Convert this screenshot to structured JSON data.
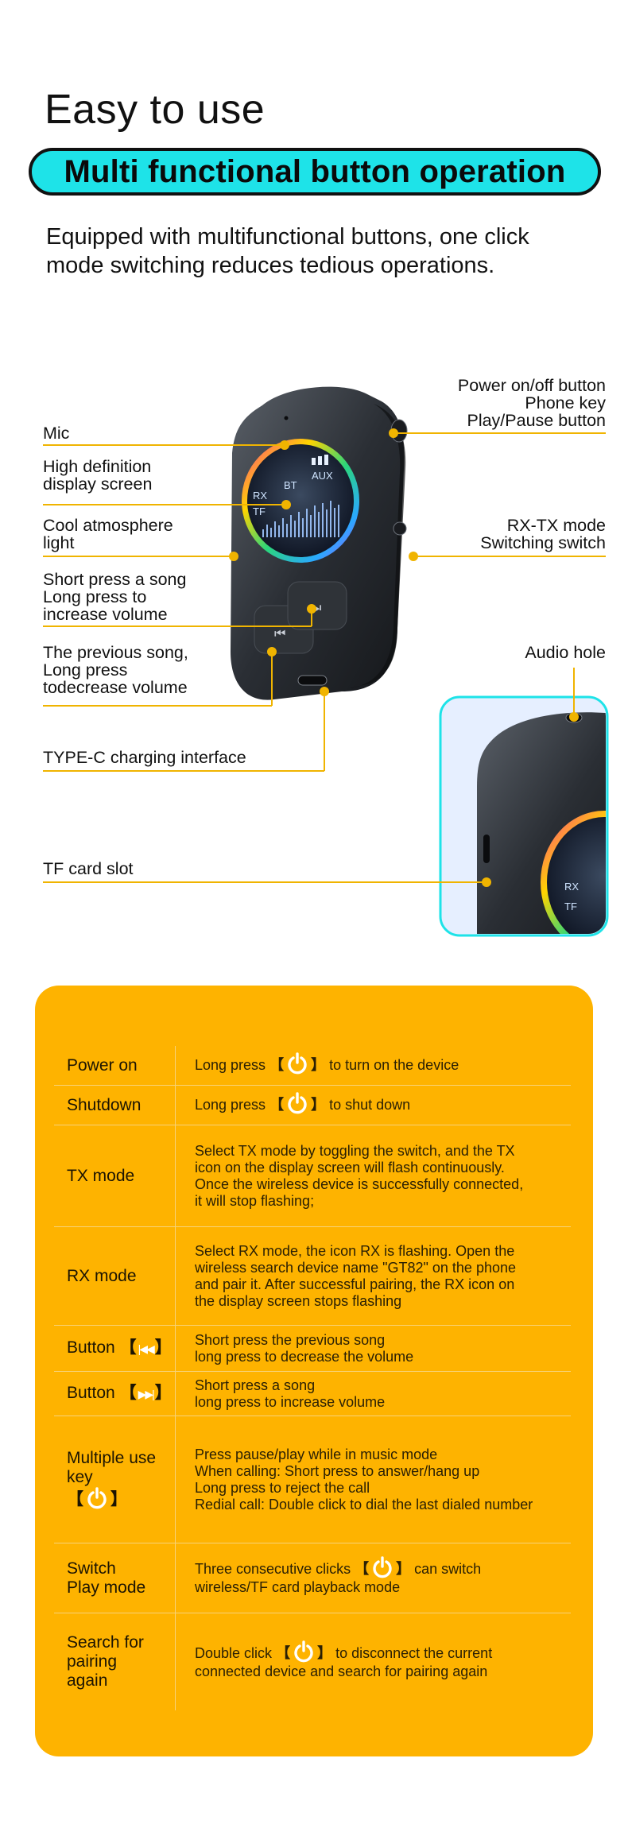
{
  "header": {
    "title": "Easy to use",
    "banner": "Multi functional button operation",
    "intro": "Equipped with multifunctional buttons, one click mode switching reduces tedious operations."
  },
  "callouts": {
    "power": [
      "Power on/off button",
      "Phone key",
      "Play/Pause button"
    ],
    "mic": "Mic",
    "display": [
      "High definition",
      "display screen"
    ],
    "atmosphere": [
      "Cool atmosphere",
      "light"
    ],
    "next_song": [
      "Short press a song",
      "Long press to",
      "increase volume"
    ],
    "prev_song": [
      "The previous song,",
      "Long press",
      "todecrease volume"
    ],
    "typec": "TYPE-C charging interface",
    "rx_tx": [
      "RX-TX mode",
      "Switching switch"
    ],
    "audio_hole": "Audio hole",
    "tf_slot": "TF card slot"
  },
  "screen_labels": {
    "rx": "RX",
    "tf": "TF",
    "bt": "BT",
    "aux": "AUX"
  },
  "table": [
    {
      "key": [
        "Power on"
      ],
      "value": [
        "Long press",
        "to turn on the device"
      ]
    },
    {
      "key": [
        "Shutdown"
      ],
      "value": [
        "Long press",
        "to shut down"
      ]
    },
    {
      "key": [
        "TX mode"
      ],
      "value": [
        "Select TX mode by toggling the switch, and the TX",
        "icon on the display screen will flash continuously.",
        "Once the wireless device is successfully connected,",
        "it will stop flashing;"
      ]
    },
    {
      "key": [
        "RX mode"
      ],
      "value": [
        "Select RX mode, the icon RX is flashing. Open the",
        "wireless search device name \"GT82\" on the phone",
        "and pair it. After successful pairing, the RX icon on",
        "the display screen stops flashing"
      ]
    },
    {
      "key": [
        "Button"
      ],
      "value": [
        "Short press the previous song",
        "long press to decrease the volume"
      ]
    },
    {
      "key": [
        "Button"
      ],
      "value": [
        "Short press a song",
        "long press to increase volume"
      ]
    },
    {
      "key": [
        "Multiple use",
        "key"
      ],
      "value": [
        "Press pause/play while in music mode",
        "When calling: Short press to answer/hang up",
        "Long press to reject the call",
        "Redial call: Double click to dial the last dialed number"
      ]
    },
    {
      "key": [
        "Switch",
        "Play mode"
      ],
      "value": [
        "Three consecutive clicks",
        "can switch",
        "wireless/TF card playback mode"
      ]
    },
    {
      "key": [
        "Search for",
        "pairing",
        "again"
      ],
      "value": [
        "Double click",
        "to disconnect the current",
        "connected device and search for pairing again"
      ]
    }
  ],
  "colors": {
    "accent": "#1ee3e8",
    "card": "#feb300",
    "callout_line": "#f0b400"
  },
  "icons": [
    "power-icon",
    "previous-track-icon",
    "next-track-icon"
  ]
}
